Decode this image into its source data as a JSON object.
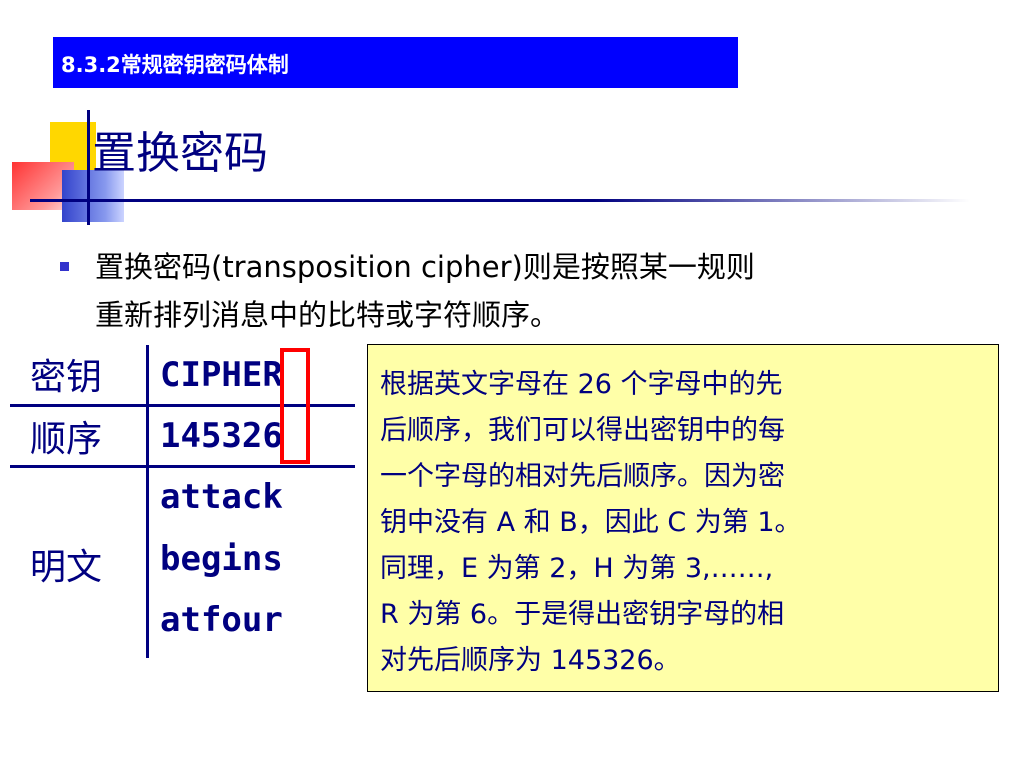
{
  "section": {
    "title": "8.3.2常规密钥密码体制"
  },
  "slide": {
    "title": "置换密码"
  },
  "bullet": {
    "lines": [
      "置换密码(transposition cipher)则是按照某一规则",
      "重新排列消息中的比特或字符顺序。"
    ]
  },
  "table": {
    "key_label": "密钥",
    "key_value": "CIPHER",
    "order_label": "顺序",
    "order_value": "145326",
    "plaintext_label": "明文",
    "plaintext_rows": [
      "attack",
      "begins",
      "atfour"
    ]
  },
  "note": {
    "lines": [
      "根据英文字母在 26 个字母中的先",
      "后顺序，我们可以得出密钥中的每",
      "一个字母的相对先后顺序。因为密",
      "钥中没有 A 和 B，因此 C 为第 1。",
      "同理，E 为第 2，H 为第 3,……,",
      "R 为第 6。于是得出密钥字母的相",
      "对先后顺序为 145326。"
    ]
  },
  "colors": {
    "banner": "#0000ff",
    "title": "#000080",
    "note_background": "#ffffa8",
    "highlight": "#ff0000"
  }
}
